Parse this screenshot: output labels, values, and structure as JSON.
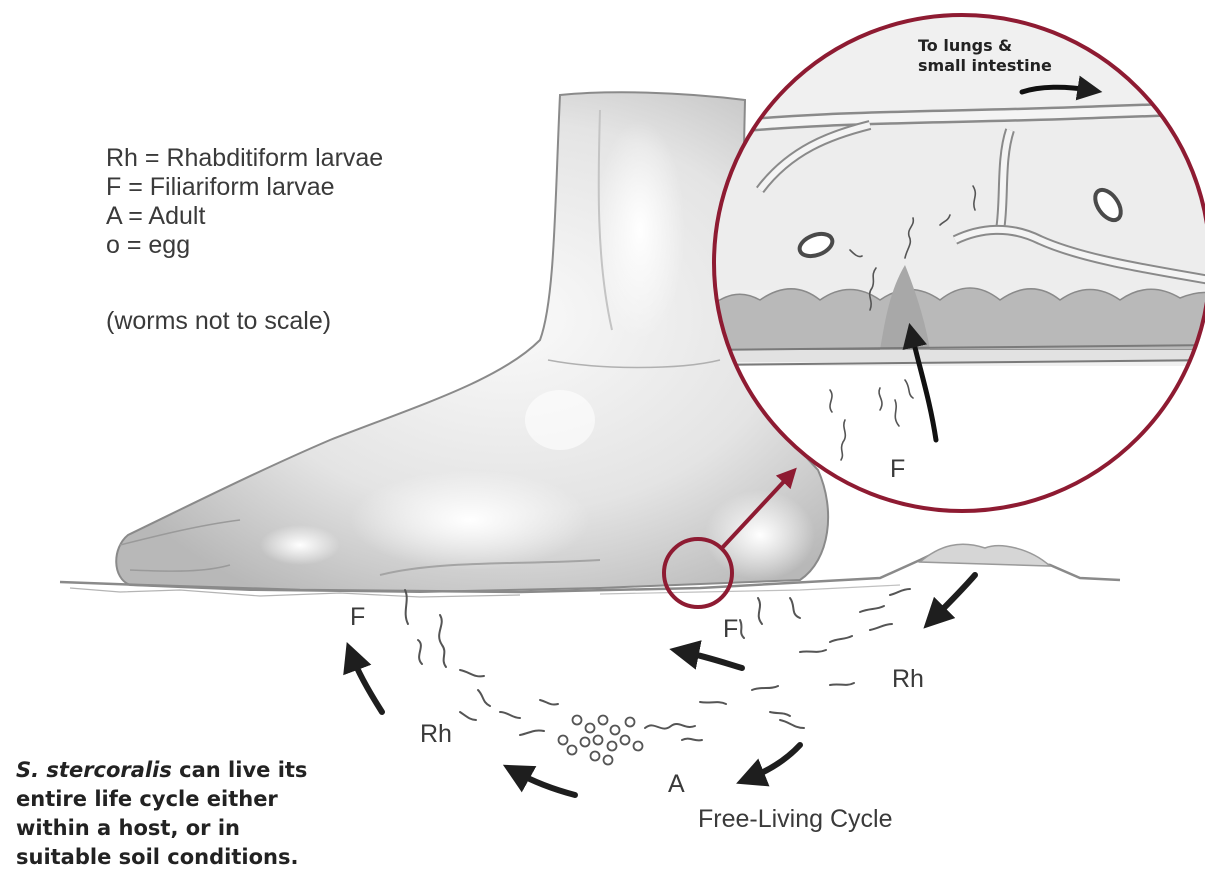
{
  "legend": {
    "rh": "Rh = Rhabditiform larvae",
    "f": "F = Filiariform larvae",
    "a": "A = Adult",
    "o": "o = egg",
    "note": "(worms not to scale)"
  },
  "inset": {
    "direction_line1": "To lungs &",
    "direction_line2": "small intestine",
    "f_label": "F"
  },
  "cycle_labels": {
    "f_left": "F",
    "f_right": "F",
    "rh_left": "Rh",
    "rh_right": "Rh",
    "adult": "A",
    "cycle_title": "Free-Living Cycle"
  },
  "caption": {
    "species": "S. stercoralis",
    "line1_rest": " can live its",
    "line2": "entire life cycle either",
    "line3": "within a host, or in",
    "line4": "suitable soil conditions."
  },
  "colors": {
    "inset_ring": "#8e1b32",
    "ink": "#2a2a2a",
    "text": "#3a3a3a",
    "skin": "#e6e6e6"
  }
}
